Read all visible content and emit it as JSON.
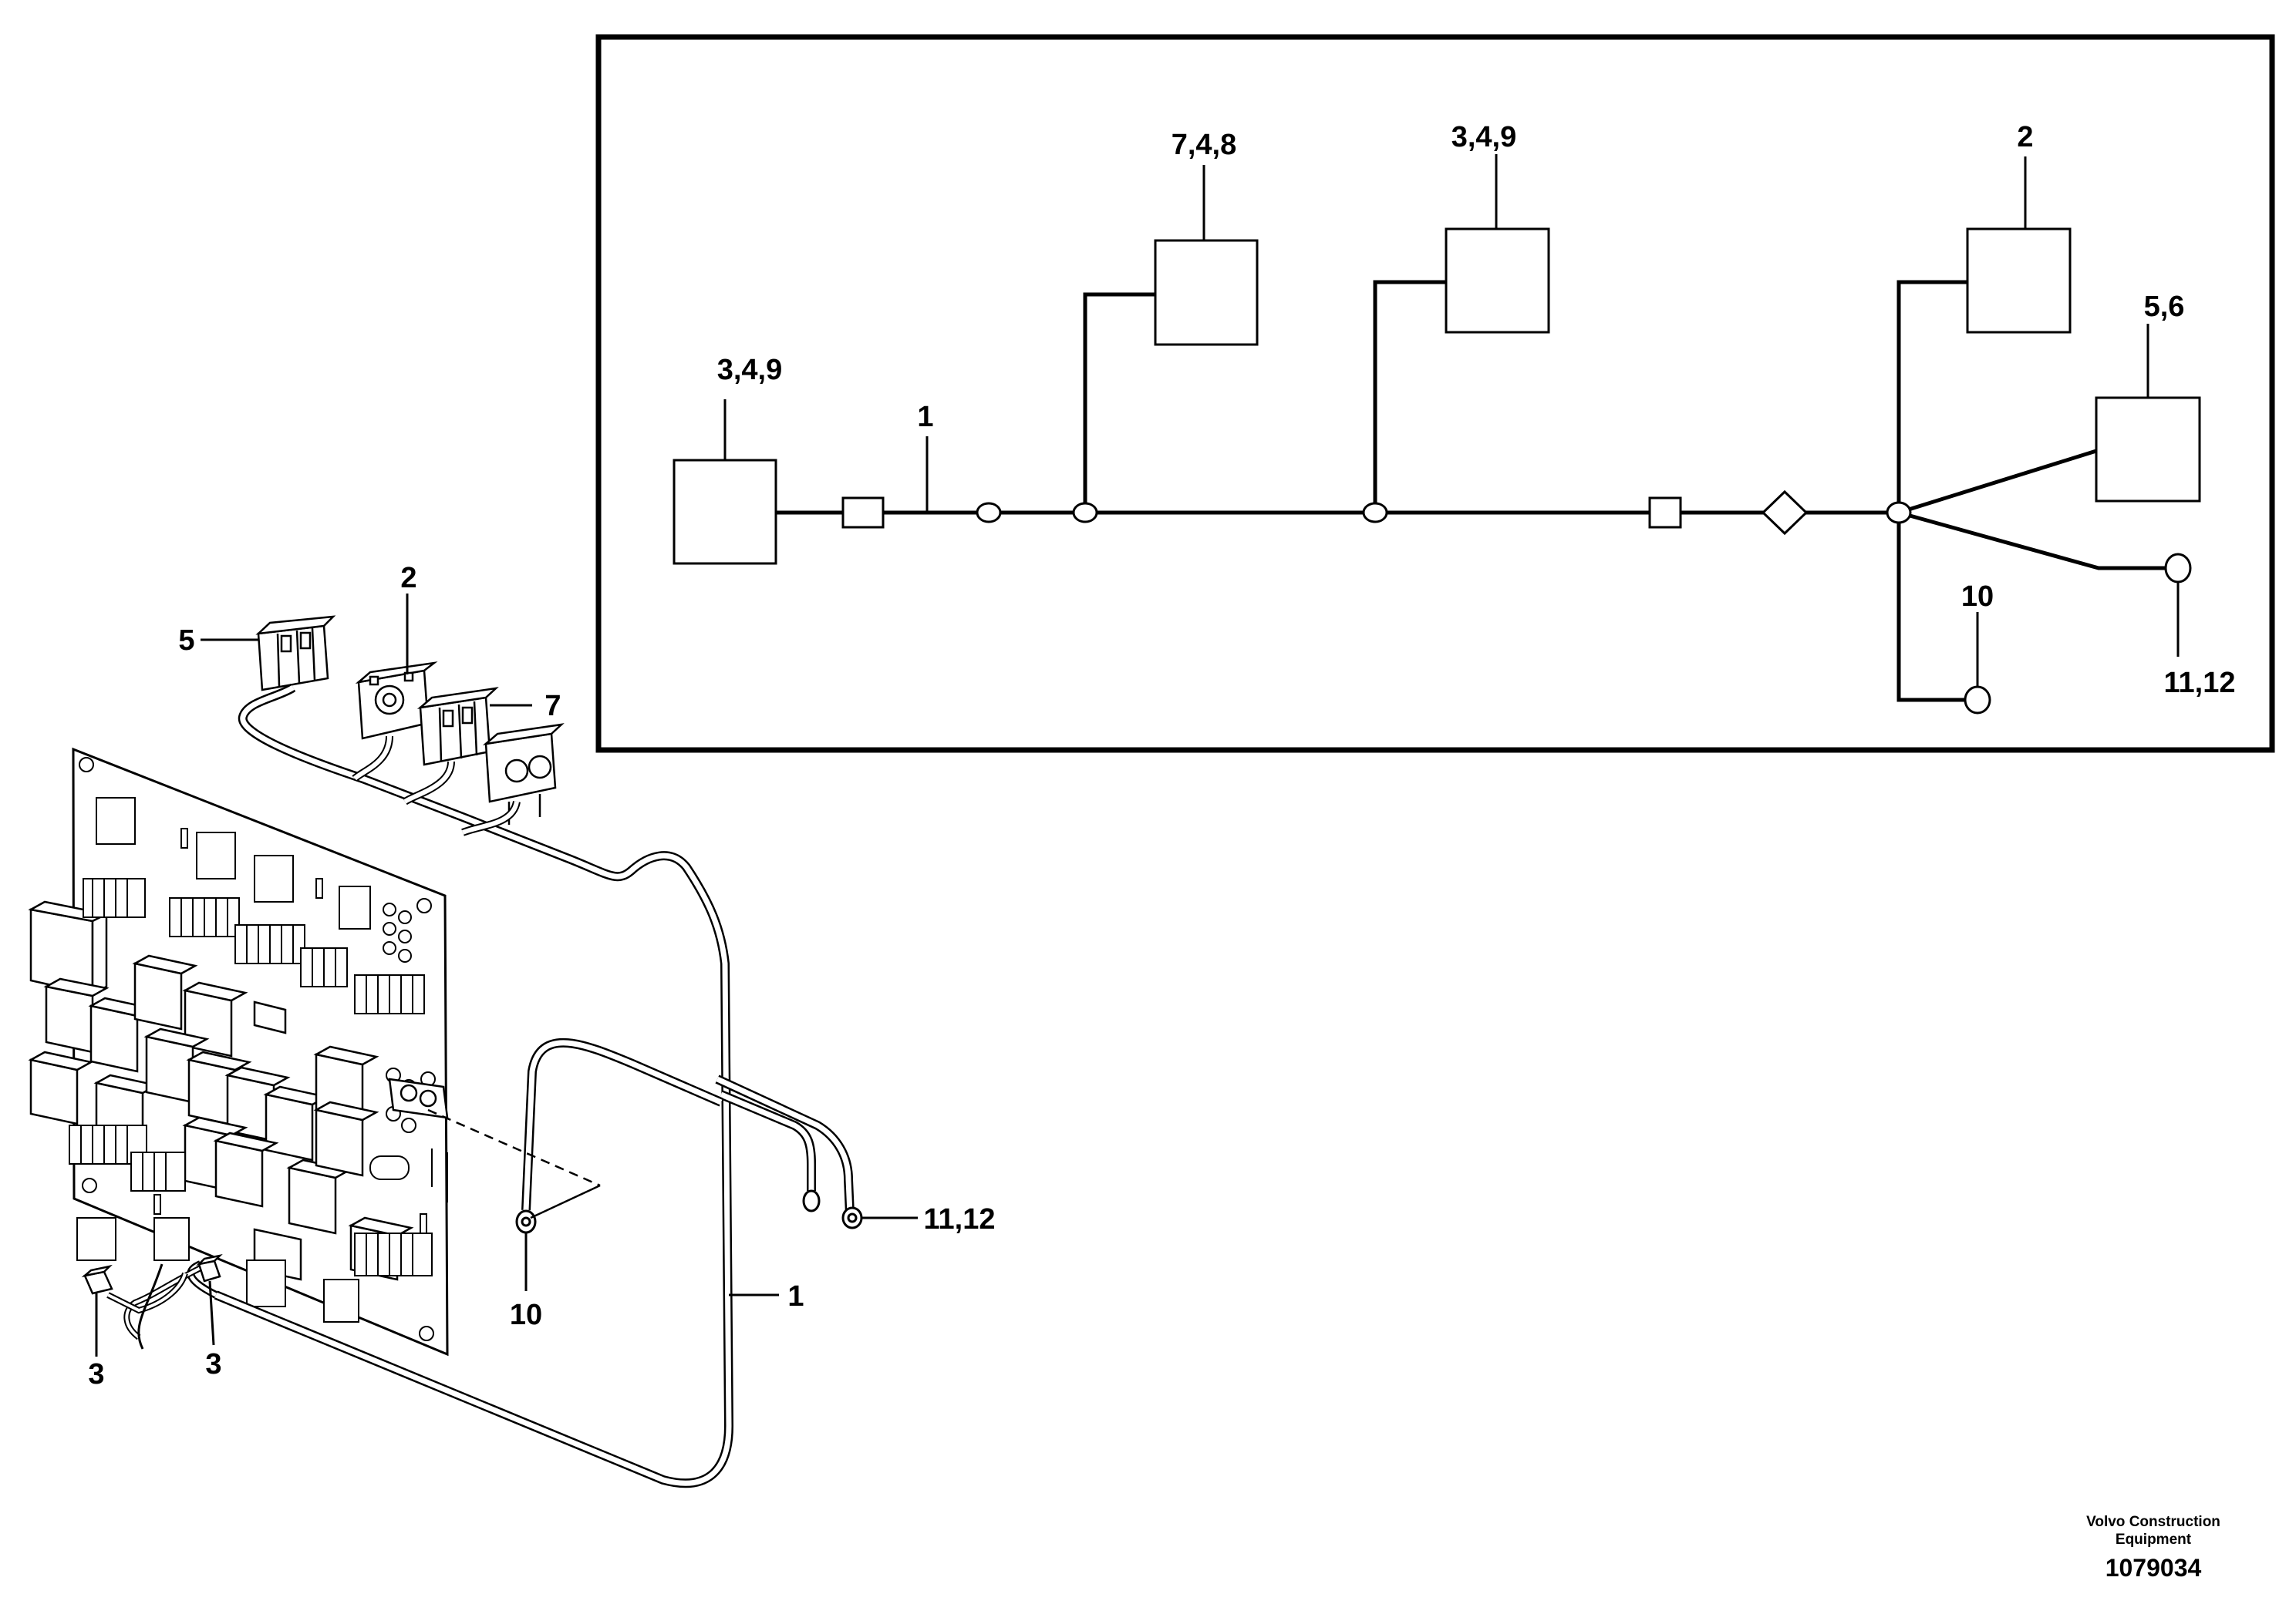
{
  "schematic": {
    "labels": {
      "box_left": "3,4,9",
      "box_top1": "7,4,8",
      "box_top2": "3,4,9",
      "box_top3": "2",
      "box_right": "5,6",
      "wire": "1",
      "ground_10": "10",
      "ground_11": "11,12"
    }
  },
  "illustration": {
    "labels": {
      "conn_5": "5",
      "conn_2": "2",
      "conn_7": "7",
      "ring_11": "11,12",
      "ring_10": "10",
      "harness_1": "1",
      "plug_3a": "3",
      "plug_3b": "3"
    }
  },
  "footer": {
    "company_line1": "Volvo Construction",
    "company_line2": "Equipment",
    "drawing_number": "1079034"
  }
}
